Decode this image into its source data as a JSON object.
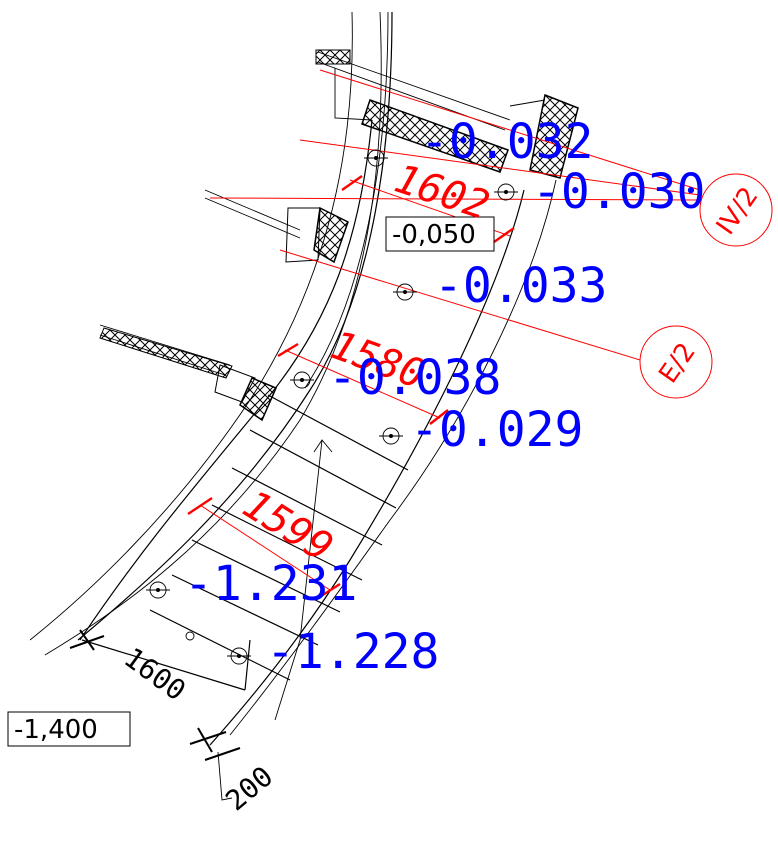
{
  "elevation_marks": {
    "top_right": "-0.032",
    "right_upper": "-0.030",
    "mid_right": "-0.033",
    "middle": "-0.038",
    "lower_right": "-0.029",
    "stair_upper": "-1.231",
    "stair_lower": "-1.228"
  },
  "level_boxes": {
    "landing": "-0,050",
    "ground": "-1,400"
  },
  "red_dimensions": {
    "upper": "1602",
    "middle": "1580",
    "lower": "1599"
  },
  "black_dimensions": {
    "stair_width": "1600",
    "wall": "200"
  },
  "grid_axes": {
    "upper": "IV/2",
    "lower": "E/2"
  },
  "colors": {
    "elevation": "#0000ff",
    "dimension": "#ff0000",
    "lines": "#000000"
  }
}
